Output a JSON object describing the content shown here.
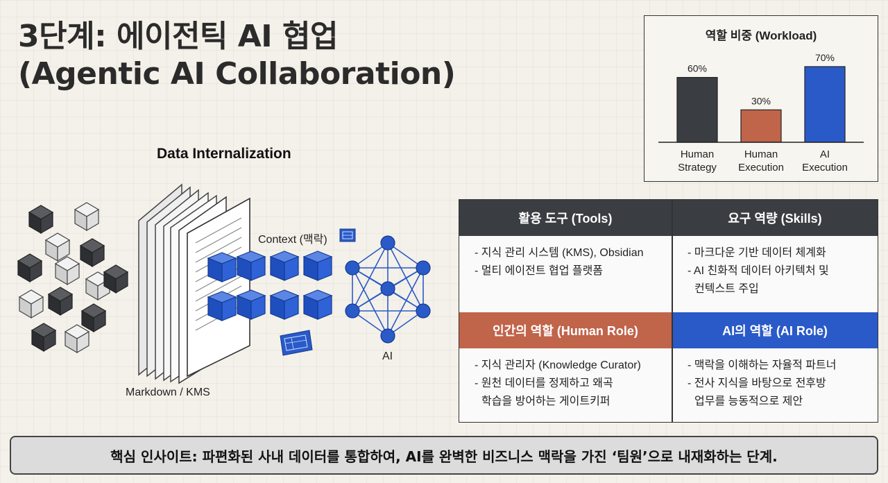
{
  "title": {
    "line1": "3단계: 에이전틱 AI 협업",
    "line2": "(Agentic AI Collaboration)"
  },
  "illustration": {
    "section_title": "Data Internalization",
    "markdown_label": "Markdown / KMS",
    "context_label": "Context (맥락)",
    "ai_label": "AI",
    "icons": [
      "document-stack-icon",
      "blueprint-icon",
      "neural-network-icon",
      "cube-icon"
    ]
  },
  "workload_chart": {
    "title": "역할 비중 (Workload)"
  },
  "chart_data": {
    "type": "bar",
    "title": "역할 비중 (Workload)",
    "categories": [
      [
        "Human",
        "Strategy"
      ],
      [
        "Human",
        "Execution"
      ],
      [
        "AI",
        "Execution"
      ]
    ],
    "values": [
      60,
      30,
      70
    ],
    "value_labels": [
      "60%",
      "30%",
      "70%"
    ],
    "colors": [
      "#3a3d42",
      "#c0644a",
      "#2a5ac8"
    ],
    "ylim": [
      0,
      100
    ],
    "grid": false
  },
  "table": {
    "headers": {
      "tools": "활용 도구 (Tools)",
      "skills": "요구 역량 (Skills)",
      "human_role": "인간의 역할 (Human Role)",
      "ai_role": "AI의 역할 (AI Role)"
    },
    "tools": [
      "- 지식 관리 시스템 (KMS), Obsidian",
      "- 멀티 에이전트 협업 플랫폼"
    ],
    "skills": [
      "- 마크다운 기반 데이터 체계화",
      "- AI 친화적 데이터 아키텍처 및",
      "  컨텍스트 주입"
    ],
    "human_role": [
      "- 지식 관리자 (Knowledge Curator)",
      "- 원천 데이터를 정제하고 왜곡",
      "  학습을 방어하는 게이트키퍼"
    ],
    "ai_role": [
      "- 맥락을 이해하는 자율적 파트너",
      "- 전사 지식을 바탕으로 전후방",
      "  업무를 능동적으로 제안"
    ],
    "colors": {
      "dark_header": "#3a3d42",
      "human_header": "#c0644a",
      "ai_header": "#2a5ac8"
    }
  },
  "insight": "핵심 인사이트: 파편화된 사내 데이터를 통합하여, AI를 완벽한 비즈니스 맥락을 가진 ‘팀원’으로 내재화하는 단계."
}
